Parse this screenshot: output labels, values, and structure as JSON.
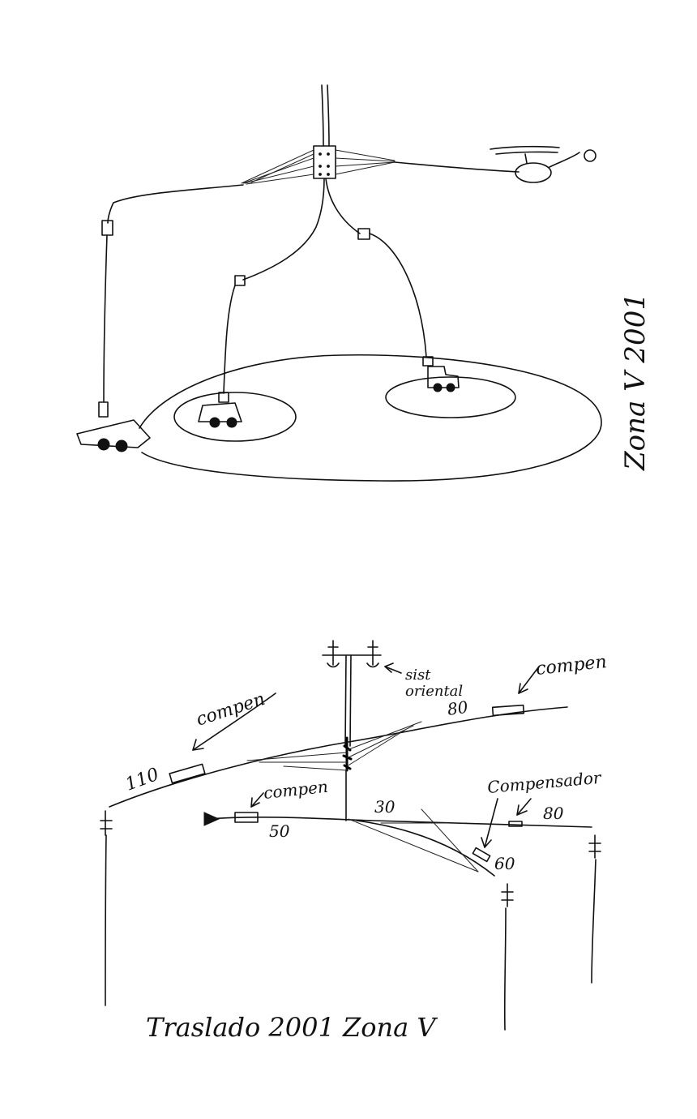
{
  "top_sketch": {
    "caption": "Zona V 2001"
  },
  "bottom_sketch": {
    "caption": "Traslado 2001 Zona V",
    "annotations": {
      "compen_left": "compen",
      "compen_right": "compen",
      "compen_mid": "compen",
      "compensador": "Compensador",
      "sist": "sist",
      "oriental": "oriental"
    },
    "distances": {
      "d110": "110",
      "d80_top": "80",
      "d50": "50",
      "d30": "30",
      "d60": "60",
      "d80_right": "80"
    }
  }
}
